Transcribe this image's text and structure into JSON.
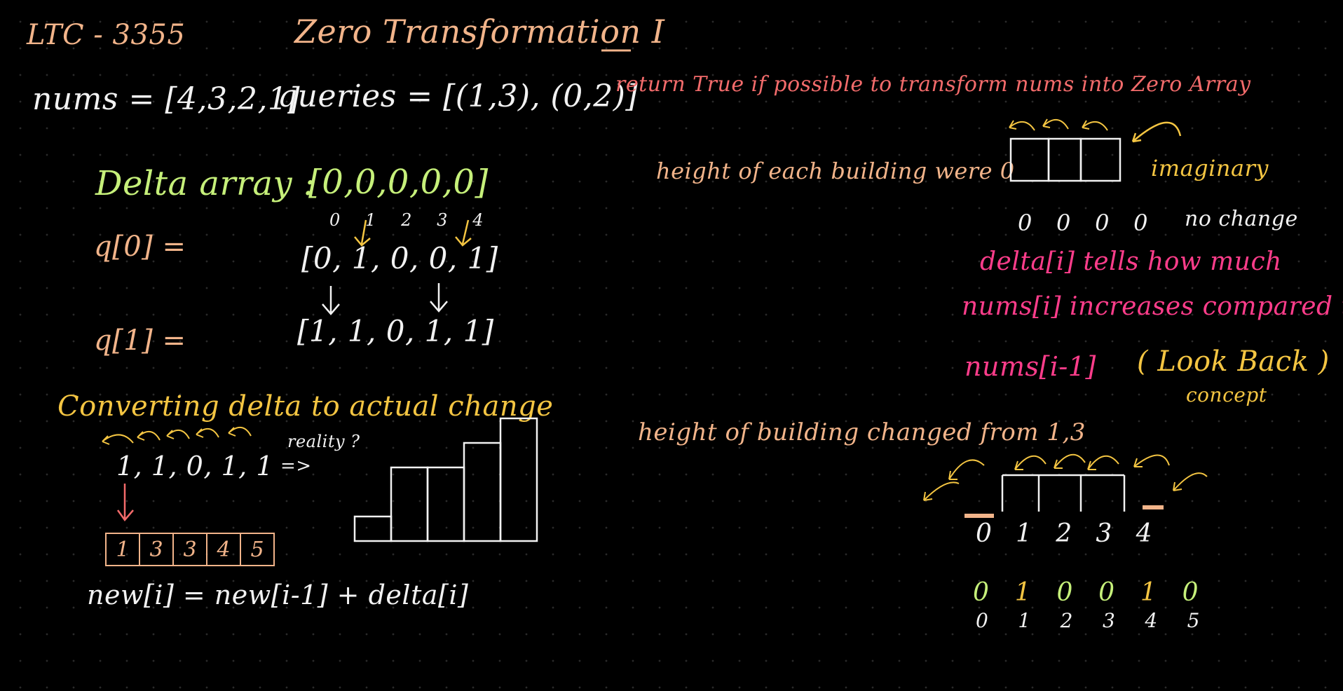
{
  "header": {
    "problem_id": "LTC - 3355",
    "title": "Zero Transformation I"
  },
  "problem": {
    "nums": "nums = [4,3,2,1]",
    "queries": "queries = [(1,3), (0,2)]",
    "goal": "return True if possible to transform nums into Zero Array"
  },
  "delta": {
    "label": "Delta array :",
    "init": "[0,0,0,0,0]",
    "indices": [
      "0",
      "1",
      "2",
      "3",
      "4"
    ],
    "q0_label": "q[0] =",
    "q0_array": "[0, 1, 0, 0, 1]",
    "q1_label": "q[1] =",
    "q1_array": "[1, 1, 0, 1, 1]"
  },
  "converting": {
    "heading": "Converting delta to actual change",
    "sequence": "1, 1, 0, 1, 1",
    "arrow": "=>",
    "reality_note": "reality ?",
    "result_cells": [
      "1",
      "3",
      "3",
      "4",
      "5"
    ],
    "formula": "new[i] = new[i-1] + delta[i]",
    "bar_values": [
      1,
      3,
      3,
      4,
      5
    ]
  },
  "buildings": {
    "zero_note": "height of each building were 0",
    "imaginary_label": "imaginary",
    "zeros": [
      "0",
      "0",
      "0",
      "0"
    ],
    "no_change": "no change",
    "delta_explain_1": "delta[i] tells how much",
    "delta_explain_2": "nums[i] increases compared to",
    "delta_explain_3": "nums[i-1]",
    "look_back": "( Look Back )",
    "concept": "concept",
    "changed_note": "height of building changed from 1,3",
    "building_indices": [
      "0",
      "1",
      "2",
      "3",
      "4"
    ],
    "delta_row": [
      "0",
      "1",
      "0",
      "0",
      "1",
      "0"
    ],
    "delta_row_indices": [
      "0",
      "1",
      "2",
      "3",
      "4",
      "5"
    ]
  },
  "colors": {
    "background": "#000000",
    "peach": "#f2b48a",
    "green": "#c6f07a",
    "yellow": "#f4c542",
    "pink": "#ff3d8b",
    "salmon": "#f36b6b",
    "white": "#f2f2f2"
  }
}
